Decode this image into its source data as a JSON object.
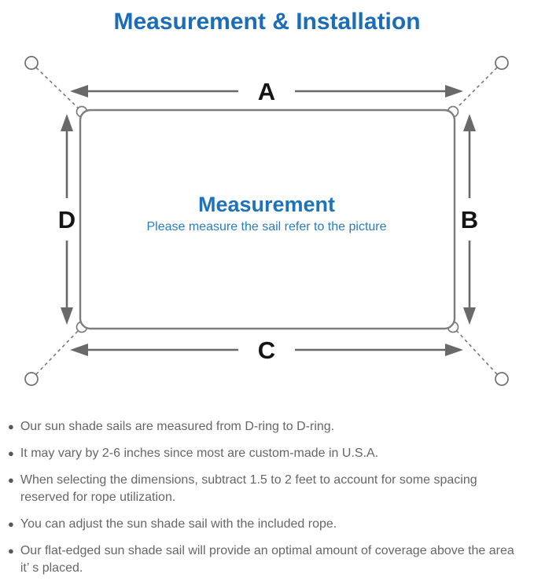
{
  "page": {
    "title": "Measurement & Installation"
  },
  "diagram": {
    "edge_labels": {
      "top": "A",
      "right": "B",
      "bottom": "C",
      "left": "D"
    },
    "center": {
      "title": "Measurement",
      "subtitle": "Please measure the sail refer to the picture"
    }
  },
  "notes": [
    "Our sun shade sails are measured from D-ring to D-ring.",
    "It may vary by 2-6 inches since most are custom-made in U.S.A.",
    "When selecting the dimensions, subtract 1.5 to 2 feet to account for some spacing reserved for rope utilization.",
    "You can adjust the sun shade sail with the included rope.",
    "Our flat-edged sun shade sail will provide an optimal amount of coverage above the area it’ s placed."
  ],
  "colors": {
    "heading_blue": "#1a6db6",
    "center_title_blue": "#1e73b8",
    "center_subtitle_blue": "#2a7dc0",
    "diagram_line_gray": "#7d7d7d",
    "arrow_gray": "#696969",
    "label_black": "#141414",
    "note_text_gray": "#666666",
    "bullet_gray": "#575757"
  }
}
